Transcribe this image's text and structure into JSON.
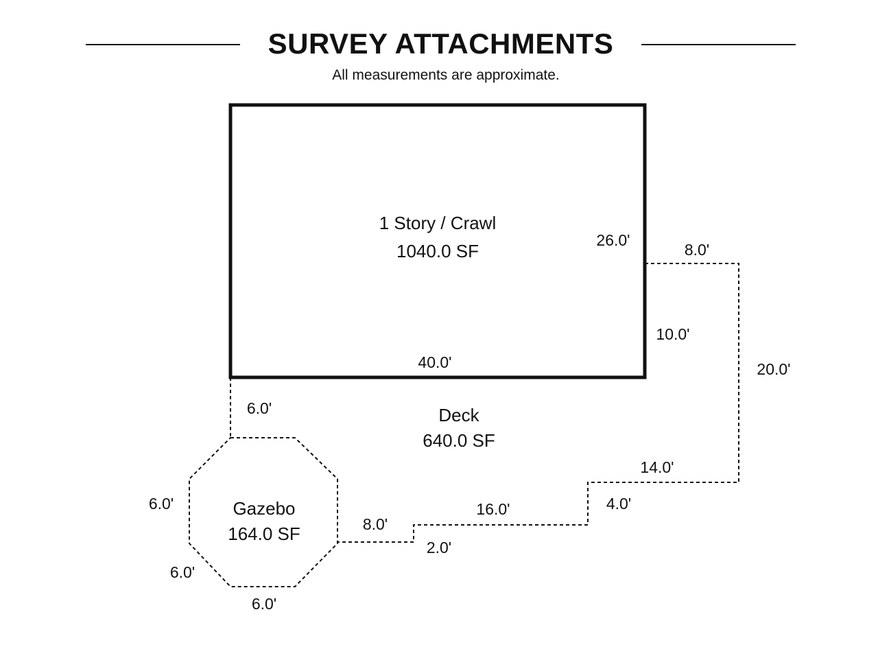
{
  "header": {
    "title": "SURVEY ATTACHMENTS",
    "subtitle": "All measurements are approximate."
  },
  "areas": {
    "house": {
      "name": "1 Story / Crawl",
      "area": "1040.0 SF"
    },
    "deck": {
      "name": "Deck",
      "area": "640.0 SF"
    },
    "gazebo": {
      "name": "Gazebo",
      "area": "164.0 SF"
    }
  },
  "dimensions": {
    "house_right": "26.0'",
    "house_bottom": "40.0'",
    "deck_top": "8.0'",
    "deck_upper_left": "10.0'",
    "deck_right": "20.0'",
    "deck_lower_top": "14.0'",
    "deck_step_down": "4.0'",
    "deck_middle": "16.0'",
    "deck_small_step": "2.0'",
    "deck_to_gazebo": "8.0'",
    "gazebo_left_connector": "6.0'",
    "gazebo_side_left": "6.0'",
    "gazebo_side_lower_left": "6.0'",
    "gazebo_side_bottom": "6.0'"
  }
}
